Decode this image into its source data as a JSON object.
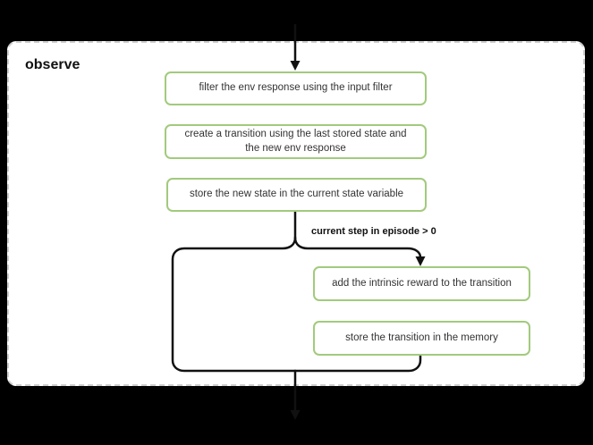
{
  "title": "observe",
  "branch_label": "current step in episode > 0",
  "nodes": [
    {
      "id": "filter-env-response",
      "label": "filter the env response using the input filter"
    },
    {
      "id": "create-transition",
      "label": "create a transition using the last stored state and the new env response"
    },
    {
      "id": "store-new-state",
      "label": "store the new state in the current state variable"
    },
    {
      "id": "add-intrinsic-reward",
      "label": "add the intrinsic reward to the transition"
    },
    {
      "id": "store-transition",
      "label": "store the transition in the memory"
    }
  ],
  "colors": {
    "node_border": "#a2ca7d",
    "connector": "#111111",
    "background": "#000000",
    "card_background": "#ffffff"
  }
}
